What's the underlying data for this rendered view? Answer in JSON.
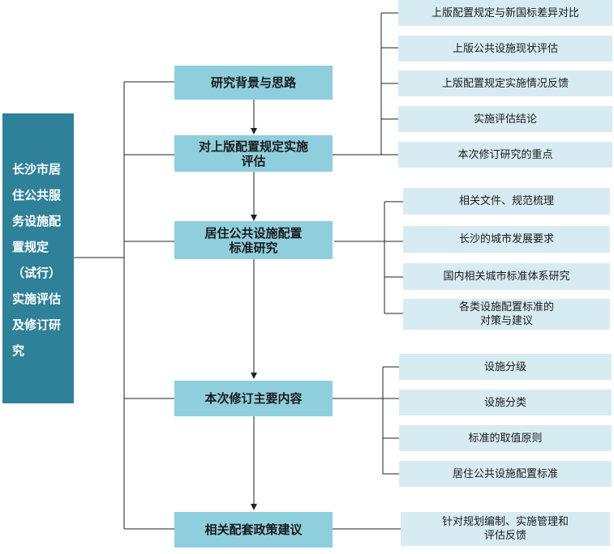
{
  "root": {
    "label": "长沙市居\n住公共服\n务设施配\n置规定\n（试行）\n实施评估\n及修订研\n究"
  },
  "steps": [
    {
      "label": "研究背景与思路"
    },
    {
      "label": "对上版配置规定实施\n评估"
    },
    {
      "label": "居住公共设施配置\n标准研究"
    },
    {
      "label": "本次修订主要内容"
    },
    {
      "label": "相关配套政策建议"
    }
  ],
  "groups": {
    "evaluation": [
      "上版配置规定与新国标差异对比",
      "上版公共设施现状评估",
      "上版配置规定实施情况反馈",
      "实施评估结论",
      "本次修订研究的重点"
    ],
    "standards_research": [
      "相关文件、规范梳理",
      "长沙的城市发展要求",
      "国内相关城市标准体系研究",
      "各类设施配置标准的\n对策与建议"
    ],
    "revision_content": [
      "设施分级",
      "设施分类",
      "标准的取值原则",
      "居住公共设施配置标准"
    ],
    "policy": [
      "针对规划编制、实施管理和\n评估反馈"
    ]
  },
  "colors": {
    "root_bg": "#2e8199",
    "step_bg": "#8fcfdd",
    "leaf_bg": "#d7ecf2",
    "line": "#222222"
  }
}
